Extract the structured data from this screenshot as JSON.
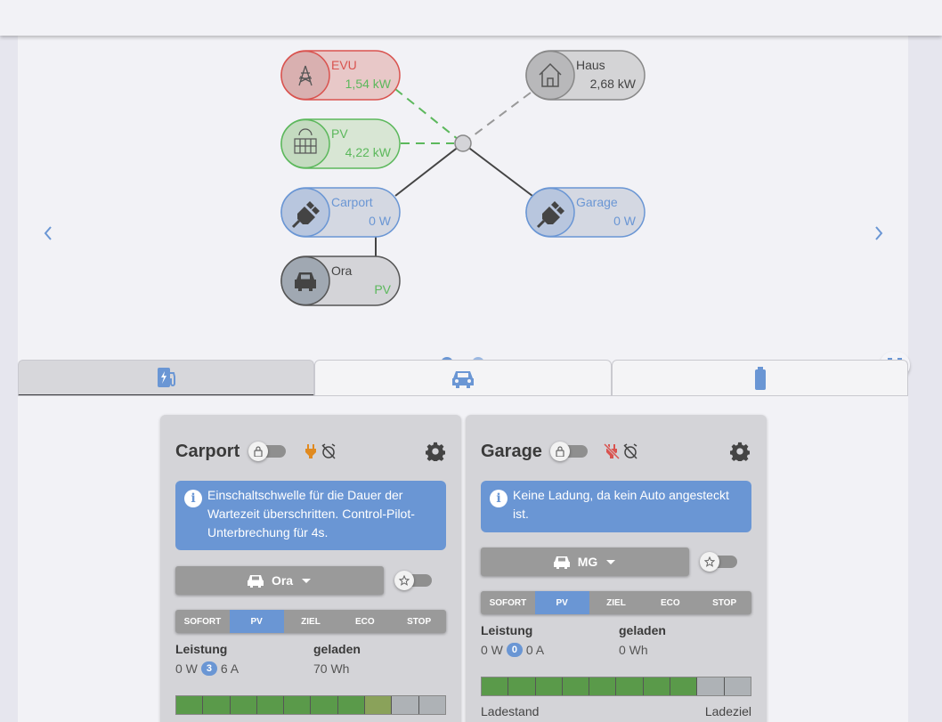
{
  "navigation": {
    "prev_icon": "chevron-left-icon",
    "next_icon": "chevron-right-icon",
    "fullscreen_icon": "fullscreen-icon"
  },
  "colors": {
    "accent": "#6a96d4",
    "grid": "#d9534f",
    "pv": "#5cb85c",
    "neutral": "#777777"
  },
  "diagram": {
    "evu": {
      "label": "EVU",
      "value": "1,54 kW",
      "icon": "power-pylon-icon"
    },
    "pv": {
      "label": "PV",
      "value": "4,22 kW",
      "icon": "solar-panel-icon"
    },
    "haus": {
      "label": "Haus",
      "value": "2,68 kW",
      "icon": "house-icon"
    },
    "carport": {
      "label": "Carport",
      "value": "0 W",
      "icon": "plug-icon"
    },
    "garage": {
      "label": "Garage",
      "value": "0 W",
      "icon": "plug-icon"
    },
    "ora": {
      "label": "Ora",
      "value": "PV",
      "icon": "car-icon"
    }
  },
  "carousel": {
    "pages": 2,
    "active": 0
  },
  "tabs": [
    {
      "name": "charge-points",
      "icon": "ev-station-icon",
      "active": true
    },
    {
      "name": "vehicles",
      "icon": "car-icon",
      "active": false
    },
    {
      "name": "battery",
      "icon": "battery-icon",
      "active": false
    }
  ],
  "cards": [
    {
      "title": "Carport",
      "status_icons": [
        "plug-connected-icon",
        "alarm-off-icon"
      ],
      "info": "Einschaltschwelle für die Dauer der Wartezeit überschritten. Control-Pilot-Unterbrechung für 4s.",
      "vehicle": "Ora",
      "modes": [
        "SOFORT",
        "PV",
        "ZIEL",
        "ECO",
        "STOP"
      ],
      "active_mode": "PV",
      "leistung_label": "Leistung",
      "leistung_power": "0 W",
      "leistung_phases": "3",
      "leistung_current": "6 A",
      "geladen_label": "geladen",
      "geladen_value": "70 Wh",
      "soc_fraction": 0.7,
      "target_fraction": 0.8
    },
    {
      "title": "Garage",
      "status_icons": [
        "plug-disconnected-icon",
        "alarm-off-icon"
      ],
      "info": "Keine Ladung, da kein Auto angesteckt ist.",
      "vehicle": "MG",
      "modes": [
        "SOFORT",
        "PV",
        "ZIEL",
        "ECO",
        "STOP"
      ],
      "active_mode": "PV",
      "leistung_label": "Leistung",
      "leistung_power": "0 W",
      "leistung_phases": "0",
      "leistung_current": "0 A",
      "geladen_label": "geladen",
      "geladen_value": "0 Wh",
      "soc_fraction": 0.8,
      "target_fraction": 0.8,
      "ladestand_label": "Ladestand",
      "ladeziel_label": "Ladeziel"
    }
  ]
}
